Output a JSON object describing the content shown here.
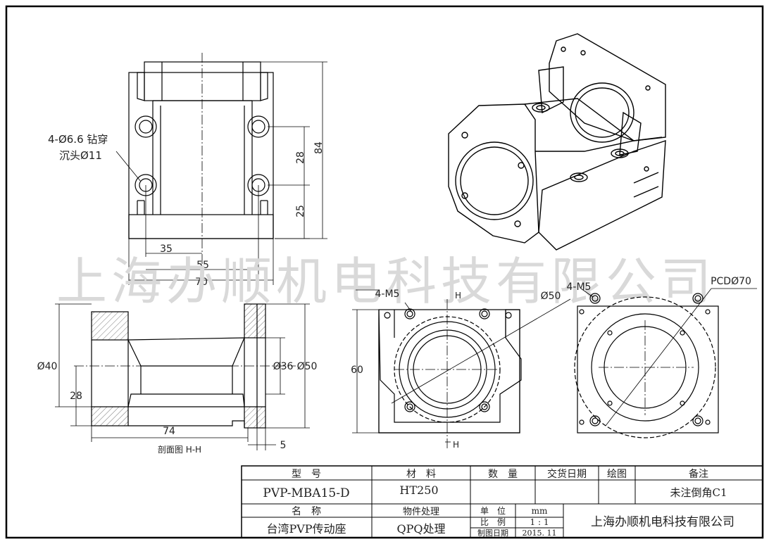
{
  "watermark": "上海办顺机电科技有限公司",
  "dims": {
    "hole_note_1": "4-Ø6.6 钻穿",
    "hole_note_2": "沉头Ø11",
    "d28": "28",
    "d84": "84",
    "d25": "25",
    "d35": "35",
    "d55": "55",
    "d70": "70",
    "d40": "Ø40",
    "d28b": "28",
    "d74": "74",
    "d36": "Ø36",
    "d50": "Ø50",
    "d5": "5",
    "section_label": "剖面图 H-H",
    "m5_a": "4-M5",
    "m5_b": "4-M5",
    "h_top": "H",
    "h_bot": "H",
    "d50b": "Ø50",
    "d60": "60",
    "pcd": "PCDØ70"
  },
  "title_block": {
    "h_model": "型　号",
    "model": "PVP-MBA15-D",
    "h_material": "材　料",
    "material": "HT250",
    "h_qty": "数　量",
    "h_delivery": "交货日期",
    "h_drawing": "绘图",
    "h_remark": "备注",
    "remark": "未注倒角C1",
    "h_name": "名　称",
    "name": "台湾PVP传动座",
    "h_treatment": "物件处理",
    "treatment": "QPQ处理",
    "h_unit": "单　位",
    "unit": "mm",
    "h_scale": "比　例",
    "scale": "1 : 1",
    "h_date": "制图日期",
    "date": "2015. 11",
    "company": "上海办顺机电科技有限公司"
  }
}
